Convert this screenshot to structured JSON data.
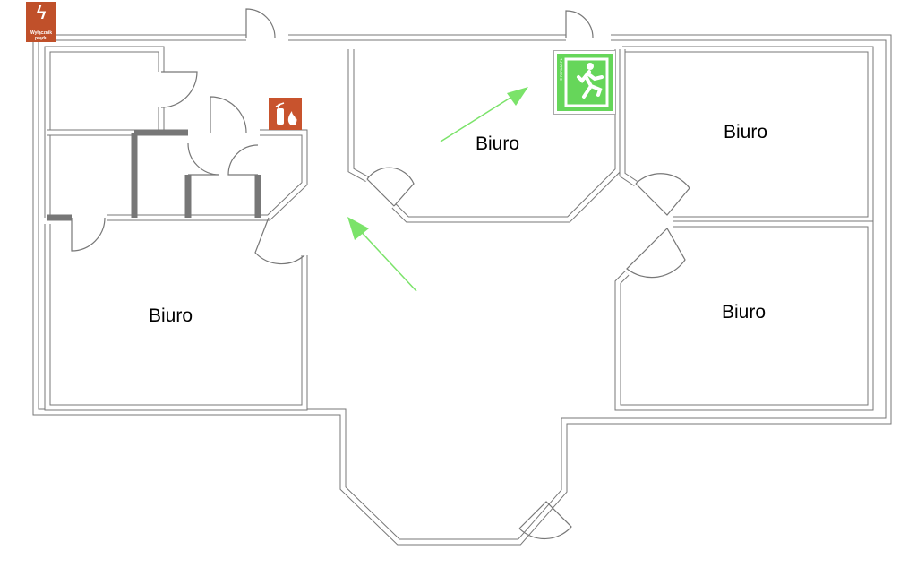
{
  "rooms": [
    {
      "label": "Biuro"
    },
    {
      "label": "Biuro"
    },
    {
      "label": "Biuro"
    },
    {
      "label": "Biuro"
    }
  ],
  "signs": {
    "power_switch": {
      "text": "Wyłącznik prądu",
      "color": "#c0502a"
    },
    "fire_extinguisher": {
      "color": "#c8532d"
    },
    "emergency_exit": {
      "color": "#66d65a",
      "credit": "© PAPAJA.PL"
    }
  },
  "arrow_color": "#7be36a"
}
